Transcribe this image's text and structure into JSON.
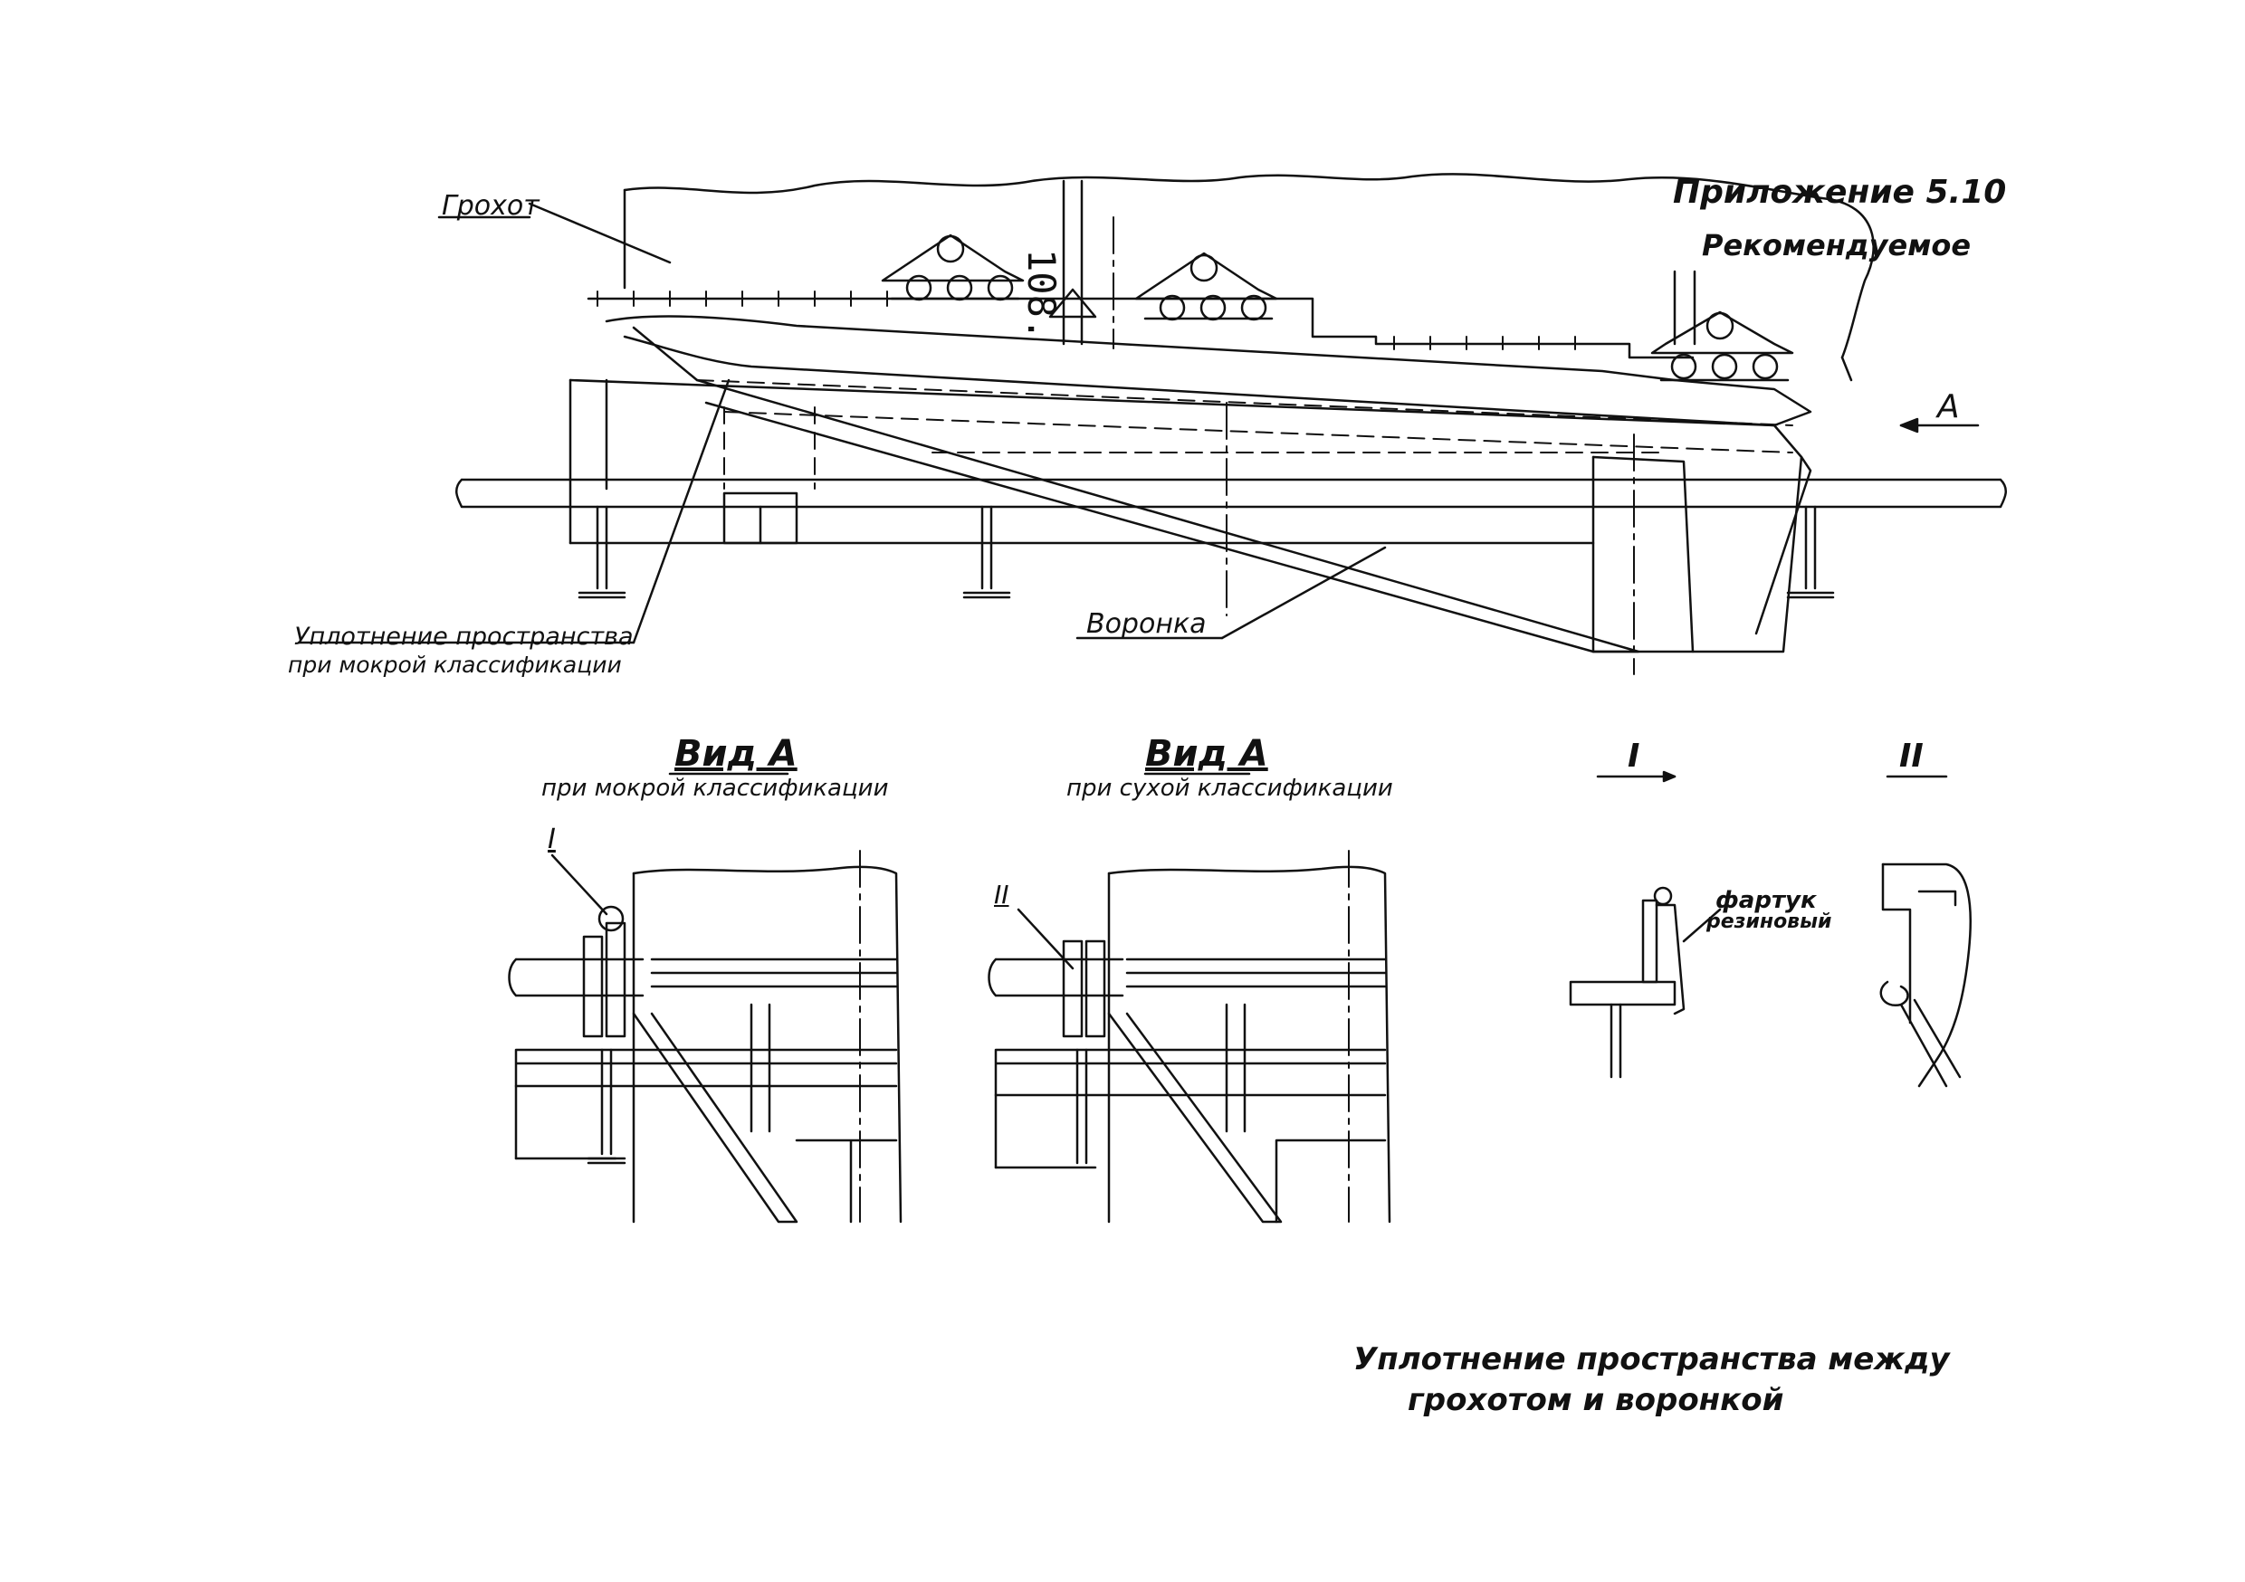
{
  "header": {
    "appendix": "Приложение 5.10",
    "status": "Рекомендуемое",
    "page_number": "108."
  },
  "main_view": {
    "label_screen": "Грохот",
    "label_funnel": "Воронка",
    "label_seal_line1": "Уплотнение пространства",
    "label_seal_line2": "при мокрой классификации",
    "view_arrow": "А"
  },
  "views": [
    {
      "title": "Вид А",
      "subtitle": "при мокрой классификации",
      "callout": "I"
    },
    {
      "title": "Вид А",
      "subtitle": "при сухой классификации",
      "callout": "II"
    }
  ],
  "details": [
    {
      "title": "I",
      "label_line1": "фартук",
      "label_line2": "резиновый"
    },
    {
      "title": "II"
    }
  ],
  "caption": {
    "line1": "Уплотнение пространства между",
    "line2": "грохотом и воронкой"
  }
}
